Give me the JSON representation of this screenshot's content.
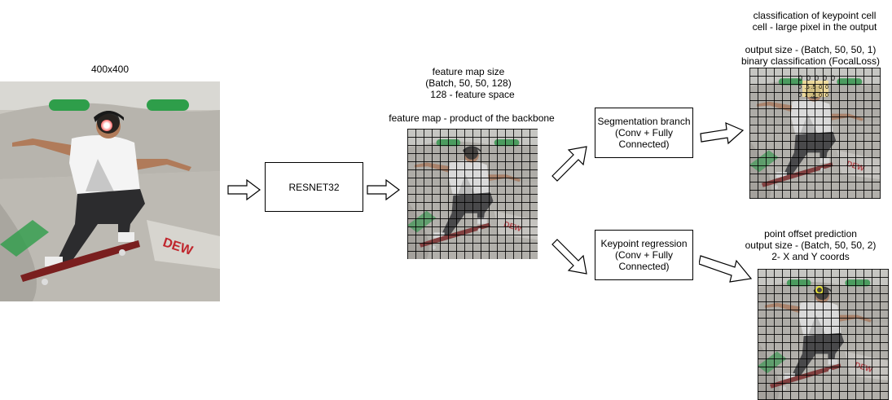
{
  "input": {
    "size_label": "400x400"
  },
  "backbone": {
    "label": "RESNET32"
  },
  "feature_map": {
    "size_title": "feature map size",
    "size_shape": "(Batch, 50, 50, 128)",
    "size_desc": "128 - feature space",
    "caption": "feature map  - product of the backbone"
  },
  "segmentation": {
    "line1": "Segmentation branch",
    "line2": "(Conv + Fully",
    "line3": "Connected)"
  },
  "keypoint": {
    "line1": "Keypoint regression",
    "line2": "(Conv + Fully",
    "line3": "Connected)"
  },
  "classification": {
    "title1": "classification of keypoint cell",
    "title2": "cell - large pixel in the output",
    "out1": "output size - (Batch, 50, 50, 1)",
    "out2": "binary classification (FocalLoss)",
    "cell_values_row1": "0  0  0  0  0",
    "cell_values_row2": "0  .5 .5  0  0",
    "cell_values_row3": "0  1  .5  0  0"
  },
  "offset": {
    "title": "point offset prediction",
    "out1": "output size - (Batch, 50, 50, 2)",
    "out2": "2- X and Y coords"
  },
  "colors": {
    "ramp": "#b9b6b0",
    "sky": "#d8d6d0",
    "shirt": "#f4f4f4",
    "jeans": "#2c2c2e",
    "skin": "#b07b5a",
    "helmet": "#1a1a1a",
    "board": "#7a1f1f",
    "green": "#2e9e4a",
    "red": "#c0262d"
  }
}
